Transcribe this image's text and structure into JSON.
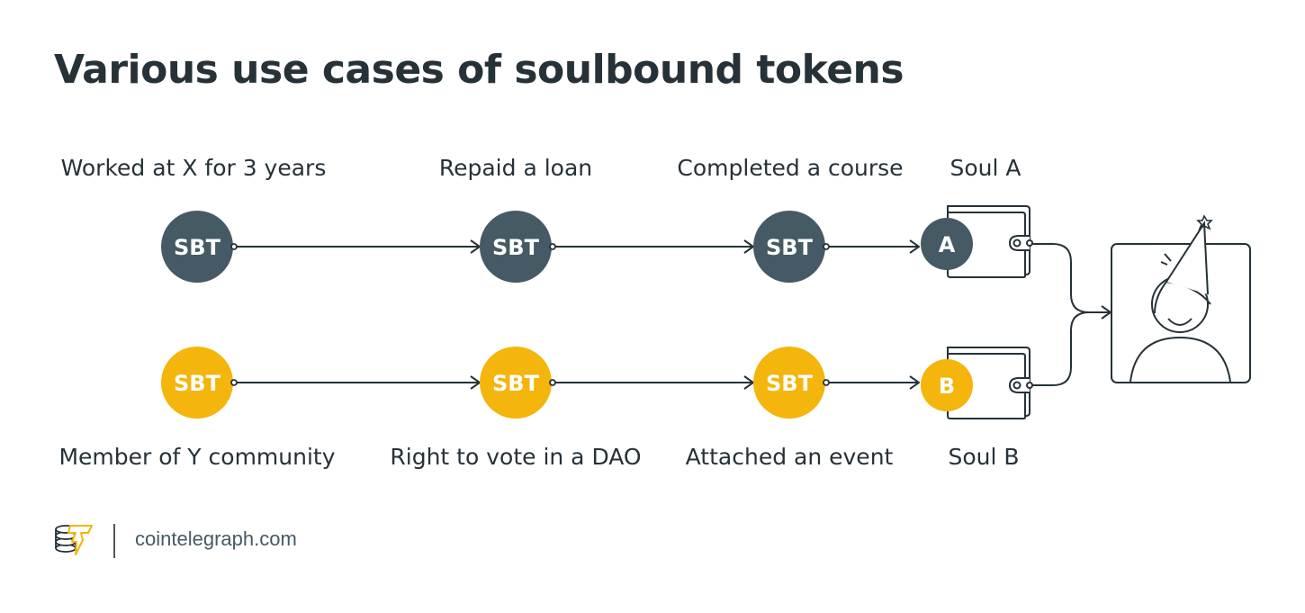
{
  "title": "Various use cases of soulbound tokens",
  "colors": {
    "dark_node": "#455a64",
    "yellow_node": "#f4b50c",
    "line": "#263238",
    "text": "#263238"
  },
  "row_a": {
    "labels": [
      "Worked at X for 3 years",
      "Repaid a loan",
      "Completed a course"
    ],
    "tokens": [
      "SBT",
      "SBT",
      "SBT"
    ],
    "soul_badge": "A",
    "soul_label": "Soul A"
  },
  "row_b": {
    "labels": [
      "Member of Y community",
      "Right to vote in a DAO",
      "Attached an event"
    ],
    "tokens": [
      "SBT",
      "SBT",
      "SBT"
    ],
    "soul_badge": "B",
    "soul_label": "Soul B"
  },
  "footer": {
    "logo_icon": "cointelegraph-logo-icon",
    "site": "cointelegraph.com"
  }
}
